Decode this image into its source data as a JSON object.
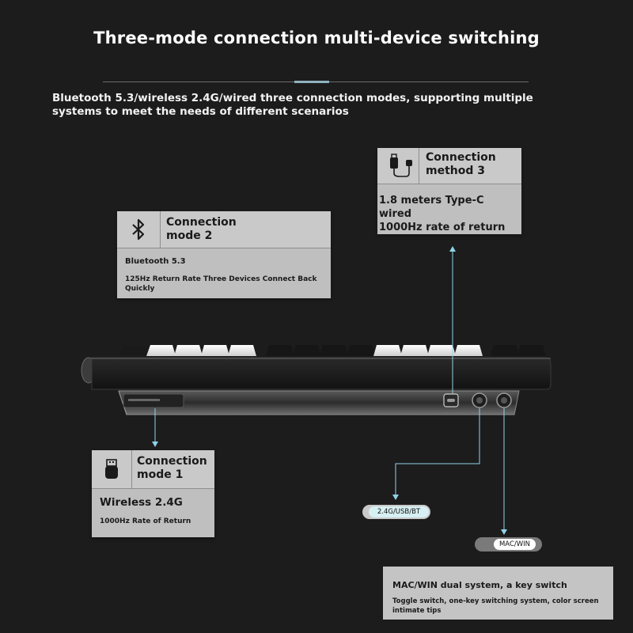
{
  "header": {
    "title": "Three-mode connection multi-device switching",
    "subtitle": "Bluetooth 5.3/wireless 2.4G/wired three connection modes, supporting multiple systems to meet the needs of different scenarios"
  },
  "cards": {
    "bluetooth": {
      "icon": "bluetooth-icon",
      "title_line1": "Connection",
      "title_line2": "mode 2",
      "line1": "Bluetooth 5.3",
      "line2": "125Hz Return Rate Three Devices Connect Back Quickly"
    },
    "wired": {
      "icon": "usb-cable-icon",
      "title_line1": "Connection",
      "title_line2": "method 3",
      "line1": "1.8 meters Type-C wired",
      "line2": "1000Hz rate of return"
    },
    "wireless": {
      "icon": "usb-dongle-icon",
      "title_line1": "Connection",
      "title_line2": "mode 1",
      "line1": "Wireless 2.4G",
      "line2": "1000Hz Rate of Return"
    }
  },
  "switches": {
    "mode_switch_label": "2.4G/USB/BT",
    "os_switch_label": "MAC/WIN"
  },
  "os_caption": {
    "title": "MAC/WIN dual system, a key switch",
    "description": "Toggle switch, one-key switching system, color screen intimate tips"
  },
  "colors": {
    "background": "#1c1c1d",
    "card": "#bfbfbf",
    "leader_line": "#8fd3e6",
    "keyboard_body": "#1e1e1e"
  }
}
